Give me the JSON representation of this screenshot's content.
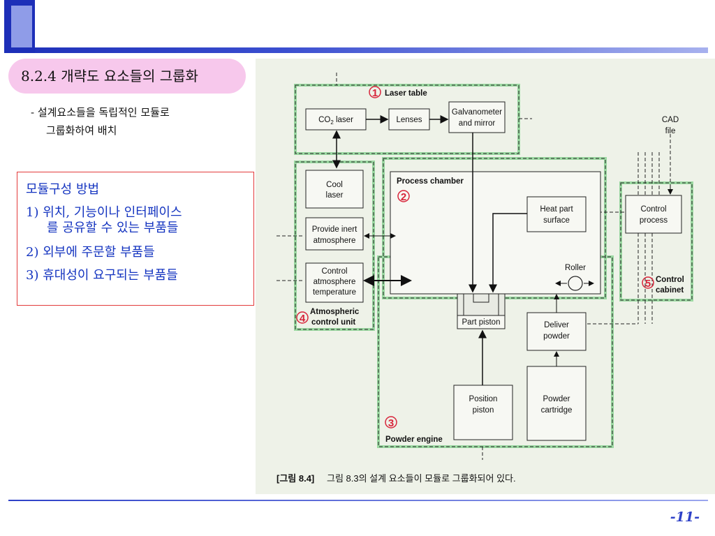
{
  "slide": {
    "title": "8.2.4  개략도 요소들의 그룹화",
    "sub_line1": "- 설계요소들을 독립적인 모듈로",
    "sub_line2": "그룹화하여 배치",
    "page_number": "-11-"
  },
  "methods": {
    "heading": "모듈구성 방법",
    "item1_line1": "1) 위치, 기능이나 인터페이스",
    "item1_line2": "를  공유할 수 있는 부품들",
    "item2": "2) 외부에 주문할 부품들",
    "item3": "3) 휴대성이 요구되는 부품들"
  },
  "diagram": {
    "badges": {
      "b1": "1",
      "b2": "2",
      "b3": "3",
      "b4": "4",
      "b5": "5"
    },
    "groups": {
      "laser_table": "Laser table",
      "process_chamber": "Process chamber",
      "powder_engine": "Powder engine",
      "atmos_line1": "Atmospheric",
      "atmos_line2": "control unit",
      "cabinet_line1": "Control",
      "cabinet_line2": "cabinet"
    },
    "boxes": {
      "co2_prefix": "CO",
      "co2_sub": "2",
      "co2_suffix": " laser",
      "lenses": "Lenses",
      "galvo_line1": "Galvanometer",
      "galvo_line2": "and mirror",
      "cool_line1": "Cool",
      "cool_line2": "laser",
      "inert_line1": "Provide inert",
      "inert_line2": "atmosphere",
      "ctrl_atm_line1": "Control",
      "ctrl_atm_line2": "atmosphere",
      "ctrl_atm_line3": "temperature",
      "heat_line1": "Heat part",
      "heat_line2": "surface",
      "ctrl_proc_line1": "Control",
      "ctrl_proc_line2": "process",
      "roller": "Roller",
      "part_piston": "Part piston",
      "deliver_line1": "Deliver",
      "deliver_line2": "powder",
      "position_line1": "Position",
      "position_line2": "piston",
      "cartridge_line1": "Powder",
      "cartridge_line2": "cartridge",
      "cad_line1": "CAD",
      "cad_line2": "file"
    },
    "caption_label": "[그림 8.4]",
    "caption_text": "그림 8.3의 설계 요소들이 모듈로 그룹화되어 있다."
  },
  "colors": {
    "accent_blue": "#1d2fb8",
    "pill_pink": "#f7c8ec",
    "method_border_red": "#e23a3a",
    "method_text_blue": "#1434c0",
    "group_green": "#7fd08a",
    "badge_red": "#d8253b"
  }
}
